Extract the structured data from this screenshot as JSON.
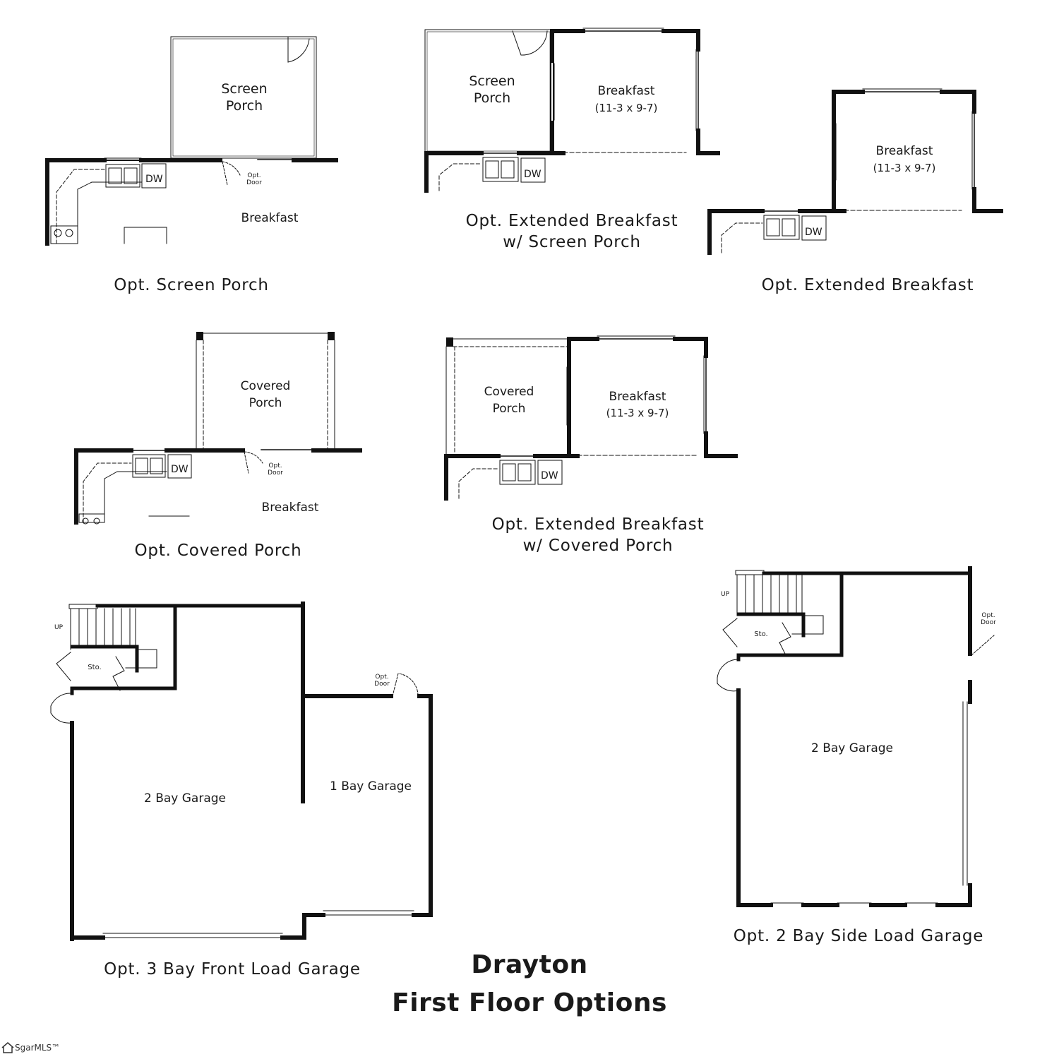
{
  "plans": {
    "screen_porch": {
      "room1": "Screen\nPorch",
      "room2": "Breakfast",
      "opt_door": "Opt.\nDoor",
      "dw": "DW",
      "caption": "Opt. Screen Porch"
    },
    "ext_breakfast_screen": {
      "room1": "Screen\nPorch",
      "room2": "Breakfast",
      "dims": "(11-3 x 9-7)",
      "dw": "DW",
      "caption": "Opt. Extended Breakfast\nw/ Screen Porch"
    },
    "ext_breakfast": {
      "room1": "Breakfast",
      "dims": "(11-3 x 9-7)",
      "dw": "DW",
      "caption": "Opt. Extended Breakfast"
    },
    "covered_porch": {
      "room1": "Covered\nPorch",
      "room2": "Breakfast",
      "opt_door": "Opt.\nDoor",
      "dw": "DW",
      "caption": "Opt. Covered Porch"
    },
    "ext_breakfast_covered": {
      "room1": "Covered\nPorch",
      "room2": "Breakfast",
      "dims": "(11-3 x 9-7)",
      "dw": "DW",
      "caption": "Opt. Extended Breakfast\nw/ Covered Porch"
    },
    "three_bay": {
      "room1": "2 Bay Garage",
      "room2": "1 Bay Garage",
      "sto": "Sto.",
      "up": "UP",
      "opt_door": "Opt.\nDoor",
      "caption": "Opt. 3 Bay Front Load Garage"
    },
    "side_load": {
      "room1": "2 Bay Garage",
      "sto": "Sto.",
      "up": "UP",
      "opt_door": "Opt.\nDoor",
      "caption": "Opt. 2 Bay Side Load Garage"
    }
  },
  "title": {
    "line1": "Drayton",
    "line2": "First Floor Options"
  },
  "logo": {
    "text": "SgarMLS™"
  }
}
